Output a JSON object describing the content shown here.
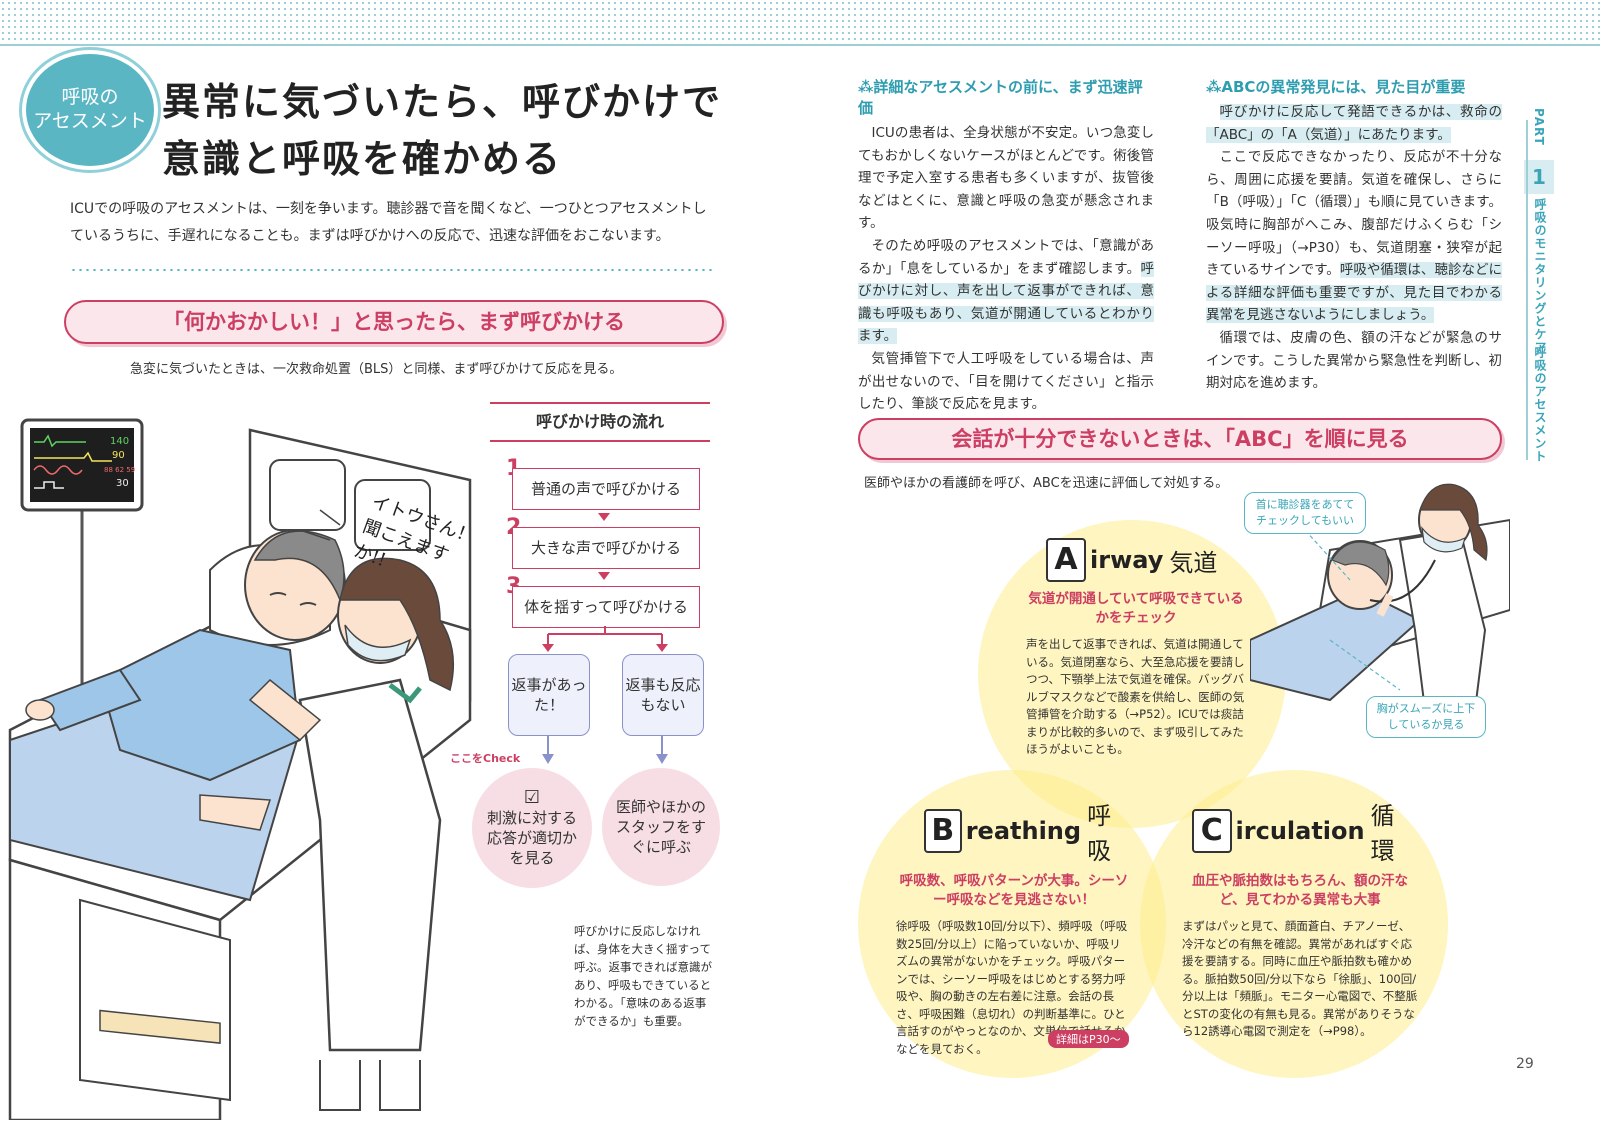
{
  "header": {
    "badge_line1": "呼吸の",
    "badge_line2": "アセスメント",
    "title_line1": "異常に気づいたら、呼びかけで",
    "title_line2": "意識と呼吸を確かめる",
    "intro": "ICUでの呼吸のアセスメントは、一刻を争います。聴診器で音を聞くなど、一つひとつアセスメントしているうちに、手遅れになることも。まずは呼びかけへの反応で、迅速な評価をおこないます。"
  },
  "section1": {
    "heading": "「何かおかしい！」と思ったら、まず呼びかける",
    "subtitle": "急変に気づいたときは、一次救命処置（BLS）と同様、まず呼びかけて反応を見る。",
    "speech": "イトウさん！聞こえますか!!",
    "monitor": [
      "140",
      "90",
      "88 62 59",
      "30"
    ]
  },
  "flow": {
    "title": "呼びかけ時の流れ",
    "steps": [
      {
        "num": "1",
        "label": "普通の声で呼びかける"
      },
      {
        "num": "2",
        "label": "大きな声で呼びかける"
      },
      {
        "num": "3",
        "label": "体を揺すって呼びかける"
      }
    ],
    "answer_yes": "返事があった！",
    "answer_no": "返事も反応もない",
    "check_label": "ここをCheck",
    "check_mark": "☑",
    "result_yes": "刺激に対する応答が適切かを見る",
    "result_no": "医師やほかのスタッフをすぐに呼ぶ",
    "caption": "呼びかけに反応しなければ、身体を大きく揺すって呼ぶ。返事できれば意識があり、呼吸もできているとわかる。「意味のある返事ができるか」も重要。"
  },
  "column1": {
    "heading": "詳細なアセスメントの前に、まず迅速評価",
    "p1": "ICUの患者は、全身状態が不安定。いつ急変してもおかしくないケースがほとんどです。術後管理で予定入室する患者も多くいますが、抜管後などはとくに、意識と呼吸の急変が懸念されます。",
    "p2_a": "そのため呼吸のアセスメントでは、「意識があるか」「息をしているか」をまず確認します。",
    "p2_hl": "呼びかけに対し、声を出して返事ができれば、意識も呼吸もあり、気道が開通しているとわかります。",
    "p3": "気管挿管下で人工呼吸をしている場合は、声が出せないので、「目を開けてください」と指示したり、筆談で反応を見ます。"
  },
  "column2": {
    "heading": "ABCの異常発見には、見た目が重要",
    "p1_hl": "呼びかけに反応して発語できるかは、救命の「ABC」の「A（気道）」にあたります。",
    "p2_a": "ここで反応できなかったり、反応が不十分なら、周囲に応援を要請。気道を確保し、さらに「B（呼吸）」「C（循環）」も順に見ていきます。吸気時に胸部がへこみ、腹部だけふくらむ「シーソー呼吸」（→P30）も、気道閉塞・狭窄が起きているサインです。",
    "p2_hl": "呼吸や循環は、聴診などによる詳細な評価も重要ですが、見た目でわかる異常を見逃さないようにしましょう。",
    "p3": "循環では、皮膚の色、額の汗などが緊急のサインです。こうした異常から緊急性を判断し、初期対応を進めます。"
  },
  "section2": {
    "heading": "会話が十分できないときは、「ABC」を順に見る",
    "subtitle": "医師やほかの看護師を呼び、ABCを迅速に評価して対処する。",
    "bubble1": "首に聴診器をあててチェックしてもいい",
    "bubble2": "胸がスムーズに上下しているか見る"
  },
  "abc": {
    "a": {
      "letter": "A",
      "word": "irway",
      "jp": "気道",
      "sub": "気道が開通していて呼吸できているかをチェック",
      "text": "声を出して返事できれば、気道は開通している。気道閉塞なら、大至急応援を要請しつつ、下顎挙上法で気道を確保。バッグバルブマスクなどで酸素を供給し、医師の気管挿管を介助する（→P52）。ICUでは痰詰まりが比較的多いので、まず吸引してみたほうがよいことも。"
    },
    "b": {
      "letter": "B",
      "word": "reathing",
      "jp": "呼吸",
      "sub": "呼吸数、呼吸パターンが大事。シーソー呼吸などを見逃さない！",
      "text": "徐呼吸（呼吸数10回/分以下）、頻呼吸（呼吸数25回/分以上）に陥っていないか、呼吸リズムの異常がないかをチェック。呼吸パターンでは、シーソー呼吸をはじめとする努力呼吸や、胸の動きの左右差に注意。会話の長さ、呼吸困難（息切れ）の判断基準に。ひと言話すのがやっとなのか、文単位で話せるかなどを見ておく。",
      "badge": "詳細はP30～"
    },
    "c": {
      "letter": "C",
      "word": "irculation",
      "jp": "循環",
      "sub": "血圧や脈拍数はもちろん、額の汗など、見てわかる異常も大事",
      "text": "まずはパッと見て、顔面蒼白、チアノーゼ、冷汗などの有無を確認。異常があればすぐ応援を要請する。同時に血圧や脈拍数も確かめる。脈拍数50回/分以下なら「徐脈」、100回/分以上は「頻脈」。モニター心電図で、不整脈とSTの変化の有無も見る。異常がありそうなら12誘導心電図で測定を（→P98）。"
    }
  },
  "sidetab": {
    "part": "PART",
    "num": "1",
    "label1": "呼吸のモニタリングとケア",
    "label2": "呼吸のアセスメント"
  },
  "page_number": "29",
  "colors": {
    "accent": "#5bb6c4",
    "pink": "#cc3f63",
    "yellow": "#ffec8c"
  }
}
